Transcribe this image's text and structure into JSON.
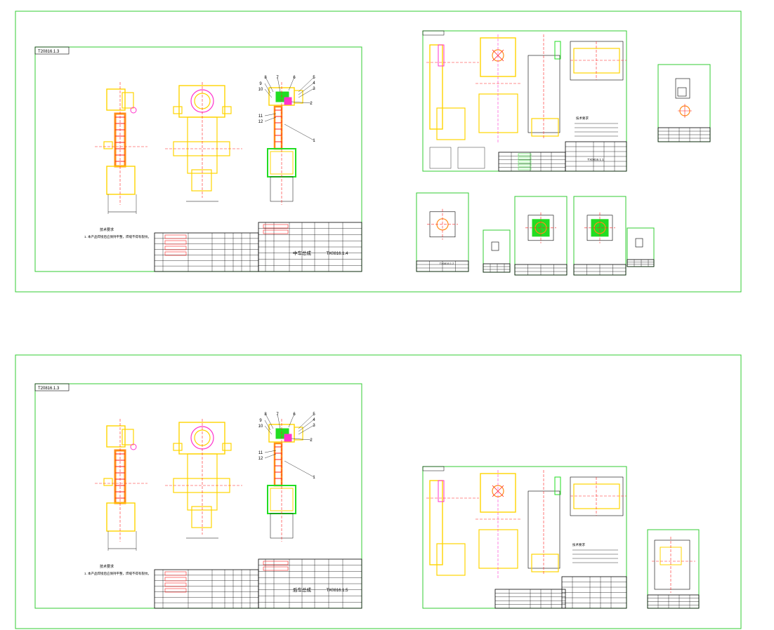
{
  "colors": {
    "frame": "#33cc33",
    "border": "#000000",
    "yellow": "#ffd400",
    "orange": "#ff8c1a",
    "magenta": "#ff33cc",
    "red": "#ff2020",
    "green": "#22dd22",
    "cyan": "#00b3b3",
    "white": "#ffffff"
  },
  "sheet_top": {
    "corner_label": "T20816.1.3",
    "assembly_title": "中车总成",
    "drawing_no": "TX0816.1.4",
    "callouts": [
      "8",
      "7",
      "6",
      "5",
      "4",
      "3",
      "2",
      "1",
      "9",
      "10",
      "11",
      "12"
    ],
    "tech_req_heading": "技术要求",
    "tech_req_line": "1. 本产品焊接后应保持平整，焊缝不得有裂纹。"
  },
  "sheet_bottom": {
    "corner_label": "T20816.1.3",
    "assembly_title": "后车总成",
    "drawing_no": "TX0816.1.5",
    "callouts": [
      "8",
      "7",
      "6",
      "5",
      "4",
      "3",
      "2",
      "1",
      "9",
      "10",
      "11",
      "12"
    ],
    "tech_req_heading": "技术要求",
    "tech_req_line": "1. 本产品焊接后应保持平整，焊缝不得有裂纹。"
  },
  "part_sheets": {
    "frame_part_no": "TX0816.1.1",
    "small_part_no": "TX0816.1.2",
    "note_heading": "技术要求"
  }
}
